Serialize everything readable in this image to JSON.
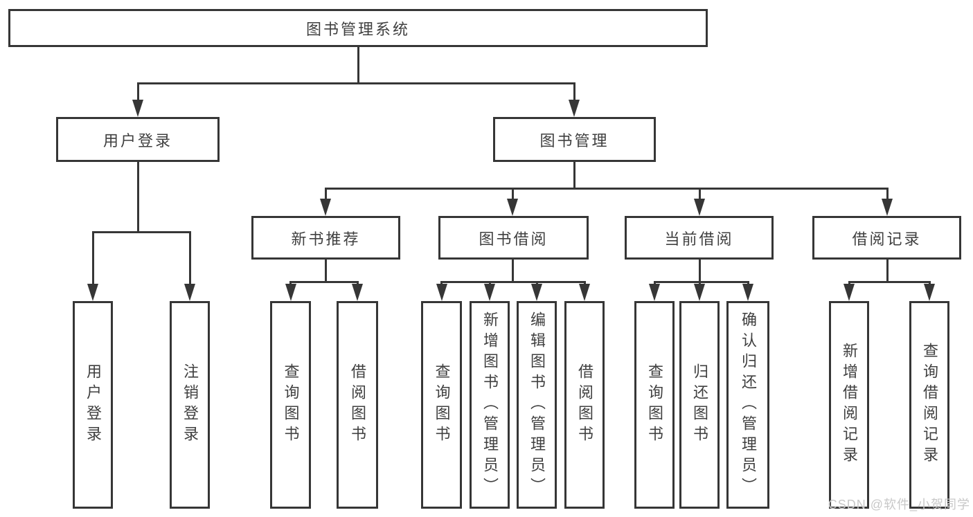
{
  "diagram": {
    "root_label": "图书管理系统",
    "modules": [
      {
        "label": "用户登录",
        "functions": [
          "用户登录",
          "注销登录"
        ]
      },
      {
        "label": "图书管理",
        "submodules": [
          {
            "label": "新书推荐",
            "functions": [
              "查询图书",
              "借阅图书"
            ]
          },
          {
            "label": "图书借阅",
            "functions": [
              "查询图书",
              "新增图书（管理员）",
              "编辑图书（管理员）",
              "借阅图书"
            ]
          },
          {
            "label": "当前借阅",
            "functions": [
              "查询图书",
              "归还图书",
              "确认归还（管理员）"
            ]
          },
          {
            "label": "借阅记录",
            "functions": [
              "新增借阅记录",
              "查询借阅记录"
            ]
          }
        ]
      }
    ]
  },
  "watermark": {
    "text": "CSDN @软件_小贺同学"
  },
  "colors": {
    "line": "#363636",
    "text": "#3f3f3f",
    "watermark": "#c8c8c8",
    "background": "#ffffff"
  }
}
